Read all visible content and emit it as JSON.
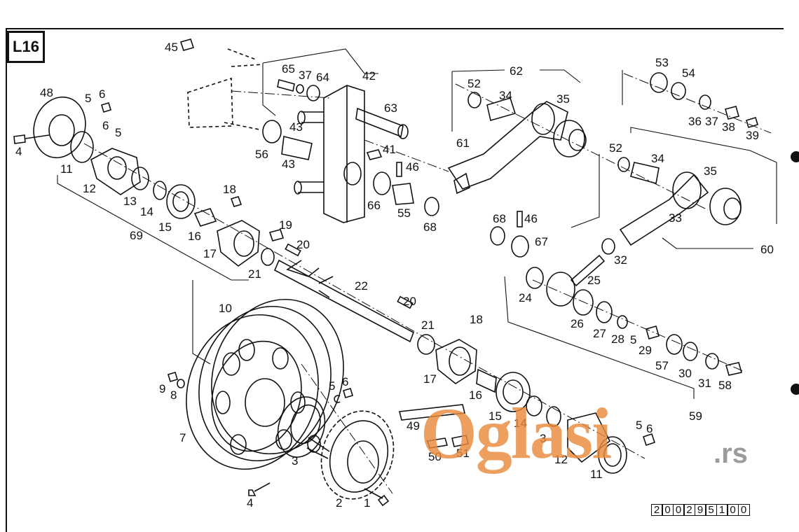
{
  "diagram_code": "L16",
  "part_number_digits": [
    "2",
    "0",
    "0",
    "2",
    "9",
    "5",
    "1",
    "0",
    "0"
  ],
  "watermark": {
    "brand": "Oglasi",
    "tld": ".rs",
    "color": "#e98a3c"
  },
  "labels": {
    "l1": "1",
    "l2": "2",
    "l3": "3",
    "l3b": "3",
    "l4": "4",
    "l4b": "4",
    "l5a": "5",
    "l5b": "5",
    "l5c": "5",
    "l5d": "5",
    "l5e": "5",
    "l6a": "6",
    "l6b": "6",
    "l6c": "6",
    "l6d": "6",
    "l7": "7",
    "l8": "8",
    "l9": "9",
    "l10": "10",
    "l11": "11",
    "l11b": "11",
    "l12": "12",
    "l12b": "12",
    "l13": "13",
    "l14": "14",
    "l14b": "14",
    "l15": "15",
    "l15b": "15",
    "l16": "16",
    "l16b": "16",
    "l17": "17",
    "l17b": "17",
    "l18": "18",
    "l18b": "18",
    "l19": "19",
    "l20": "20",
    "l20b": "20",
    "l21": "21",
    "l21b": "21",
    "l22": "22",
    "l24": "24",
    "l25": "25",
    "l26": "26",
    "l27": "27",
    "l28": "28",
    "l29": "29",
    "l30": "30",
    "l31": "31",
    "l32": "32",
    "l33": "33",
    "l34": "34",
    "l34b": "34",
    "l35": "35",
    "l35b": "35",
    "l36": "36",
    "l37": "37",
    "l37b": "37",
    "l38": "38",
    "l39": "39",
    "l41": "41",
    "l42": "42",
    "l43": "43",
    "l43b": "43",
    "l45": "45",
    "l46": "46",
    "l46b": "46",
    "l48": "48",
    "l49": "49",
    "l50": "50",
    "l51": "51",
    "l52": "52",
    "l52b": "52",
    "l53": "53",
    "l54": "54",
    "l55": "55",
    "l56": "56",
    "l57": "57",
    "l58": "58",
    "l59": "59",
    "l60": "60",
    "l61": "61",
    "l62": "62",
    "l63": "63",
    "l64": "64",
    "l65": "65",
    "l66": "66",
    "l67": "67",
    "l68": "68",
    "l68b": "68",
    "l69": "69"
  }
}
